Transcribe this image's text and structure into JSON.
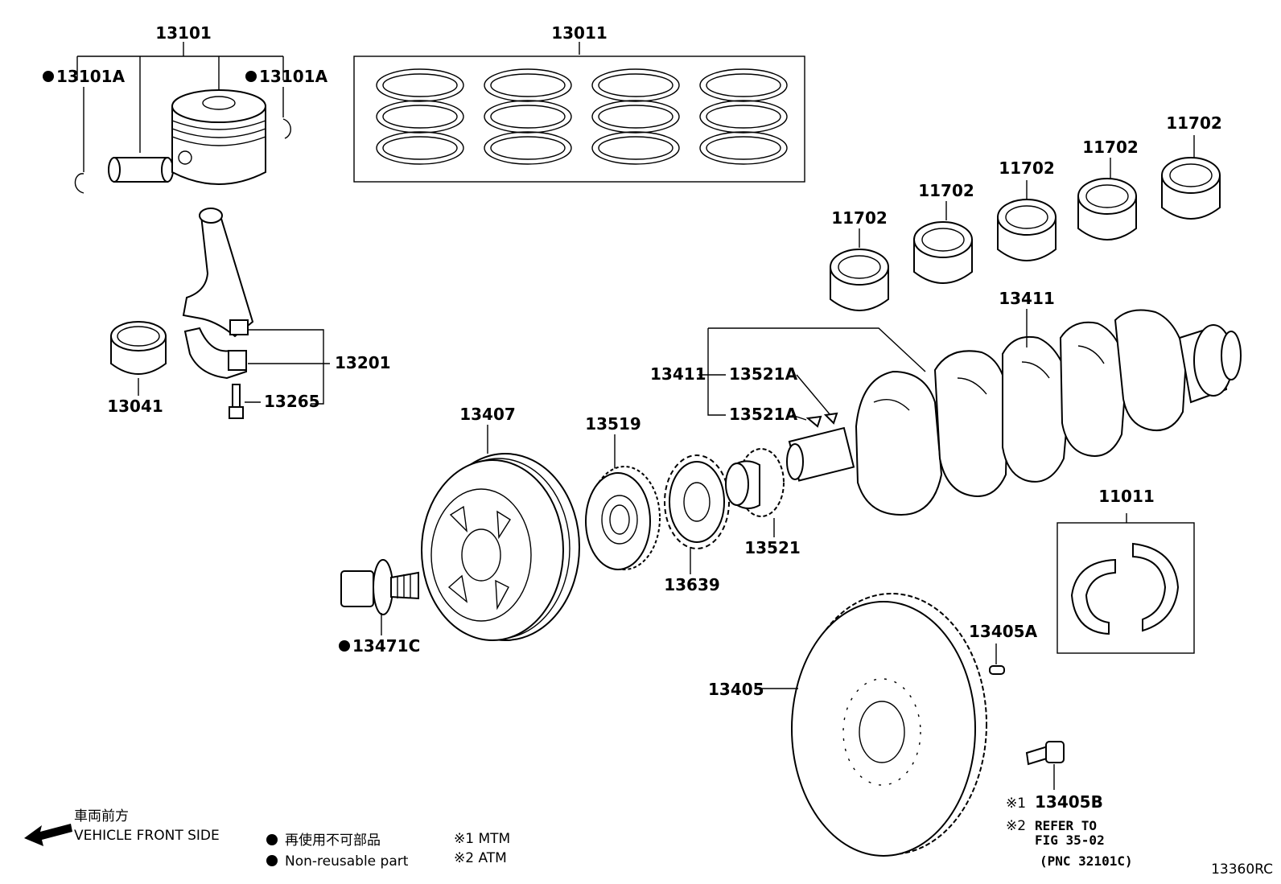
{
  "diagram_id": "13360RC",
  "parts": {
    "p13101": "13101",
    "p13101a_left": "13101A",
    "p13101a_right": "13101A",
    "p13011": "13011",
    "p13201": "13201",
    "p13041": "13041",
    "p13265": "13265",
    "p13407": "13407",
    "p13471c": "13471C",
    "p13519": "13519",
    "p13639": "13639",
    "p13521": "13521",
    "p13411_top": "13411",
    "p13411_left": "13411",
    "p13521a_top": "13521A",
    "p13521a_bottom": "13521A",
    "p11702_1": "11702",
    "p11702_2": "11702",
    "p11702_3": "11702",
    "p11702_4": "11702",
    "p11702_5": "11702",
    "p11011": "11011",
    "p13405": "13405",
    "p13405a": "13405A",
    "p13405b": "13405B"
  },
  "notes": {
    "mark1": "※1",
    "mark2": "※2",
    "refer_line1": "REFER TO",
    "refer_line2": "FIG 35-02",
    "refer_line3": "(PNC 32101C)"
  },
  "legend": {
    "front_jp": "車両前方",
    "front_en": "VEHICLE FRONT SIDE",
    "nonreusable_jp": "再使用不可部品",
    "nonreusable_en": "Non-reusable part",
    "mtm": "※1 MTM",
    "atm": "※2 ATM"
  }
}
